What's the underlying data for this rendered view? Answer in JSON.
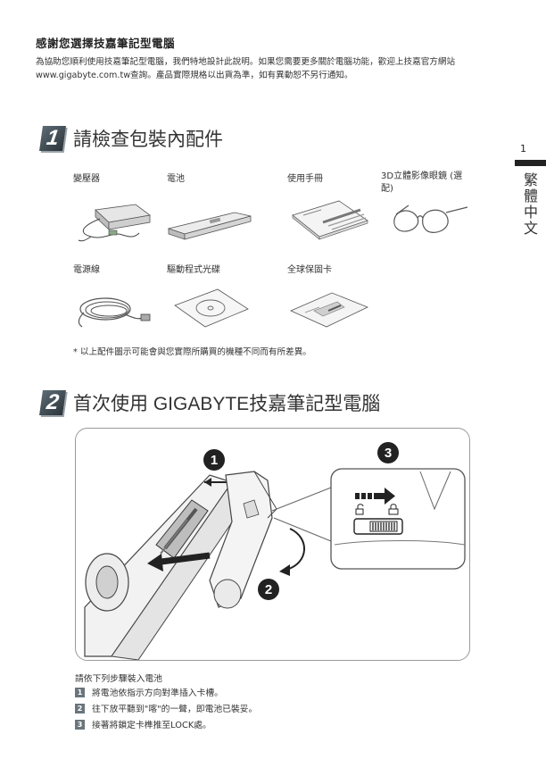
{
  "page": {
    "thanks_title": "感謝您選擇技嘉筆記型電腦",
    "intro_text": "為協助您順利使用技嘉筆記型電腦，我們特地設計此說明。如果您需要更多關於電腦功能，歡迎上技嘉官方網站www.gigabyte.com.tw查詢。產品實際規格以出貨為準，如有異動恕不另行通知。",
    "side_page_number": "1",
    "side_language": "繁體中文"
  },
  "section1": {
    "number": "1",
    "title": "請檢查包裝內配件",
    "items": [
      {
        "label": "變壓器",
        "icon": "power-adapter-icon"
      },
      {
        "label": "電池",
        "icon": "battery-icon"
      },
      {
        "label": "使用手冊",
        "icon": "manual-icon"
      },
      {
        "label": "3D立體影像眼鏡 (選配)",
        "icon": "3d-glasses-icon"
      },
      {
        "label": "電源線",
        "icon": "power-cord-icon"
      },
      {
        "label": "驅動程式光碟",
        "icon": "driver-disc-icon"
      },
      {
        "label": "全球保固卡",
        "icon": "warranty-card-icon"
      }
    ],
    "note": "* 以上配件圖示可能會與您實際所購買的機種不同而有所差異。"
  },
  "section2": {
    "number": "2",
    "title": "首次使用 GIGABYTE技嘉筆記型電腦",
    "callouts": [
      "1",
      "2",
      "3"
    ],
    "steps_title": "請依下列步驟裝入電池",
    "steps": [
      {
        "num": "1",
        "text": "將電池依指示方向對準插入卡槽。"
      },
      {
        "num": "2",
        "text": "往下放平聽到\"喀\"的一聲，即電池已裝妥。"
      },
      {
        "num": "3",
        "text": "接著將鎖定卡榫推至LOCK處。"
      }
    ]
  },
  "colors": {
    "number_box": "#3f4a52",
    "border": "#9a9a9a",
    "text": "#333333"
  }
}
